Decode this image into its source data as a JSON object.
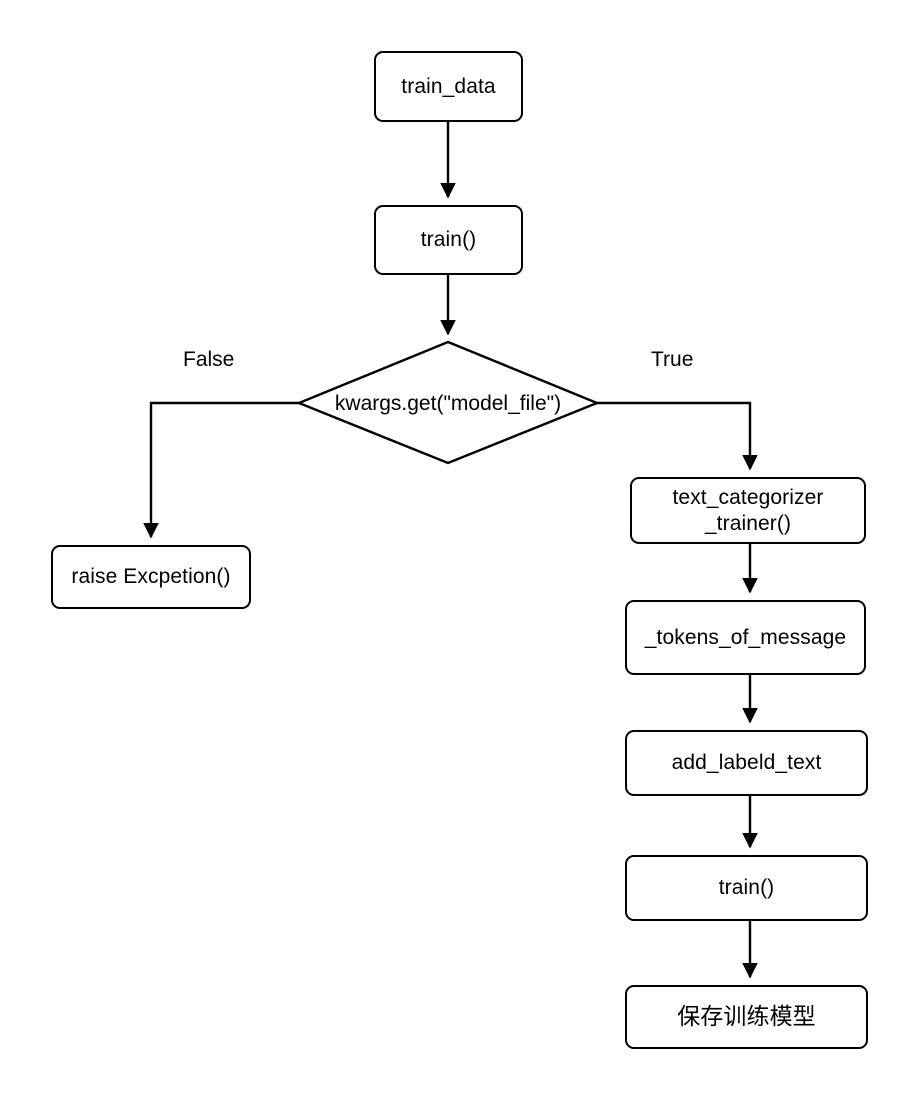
{
  "diagram": {
    "type": "flowchart",
    "title_text": "",
    "background_color": "#ffffff",
    "stroke_color": "#000000",
    "node_fill_color": "#ffffff",
    "nodes": [
      {
        "id": "train_data",
        "shape": "rounded-rect",
        "label": "train_data"
      },
      {
        "id": "train_top",
        "shape": "rounded-rect",
        "label": "train()"
      },
      {
        "id": "decision",
        "shape": "diamond",
        "label": "kwargs.get(\"model_file\")"
      },
      {
        "id": "raise_exception",
        "shape": "rounded-rect",
        "label": "raise Excpetion()"
      },
      {
        "id": "text_categorizer",
        "shape": "rounded-rect",
        "label": "text_categorizer\n_trainer()"
      },
      {
        "id": "tokens_of_message",
        "shape": "rounded-rect",
        "label": "_tokens_of_message"
      },
      {
        "id": "add_labeld_text",
        "shape": "rounded-rect",
        "label": "add_labeld_text"
      },
      {
        "id": "train_bottom",
        "shape": "rounded-rect",
        "label": "train()"
      },
      {
        "id": "save_model",
        "shape": "rounded-rect",
        "label": "保存训练模型"
      }
    ],
    "edges": [
      {
        "from": "train_data",
        "to": "train_top",
        "label": ""
      },
      {
        "from": "train_top",
        "to": "decision",
        "label": ""
      },
      {
        "from": "decision",
        "to": "raise_exception",
        "label": "False"
      },
      {
        "from": "decision",
        "to": "text_categorizer",
        "label": "True"
      },
      {
        "from": "text_categorizer",
        "to": "tokens_of_message",
        "label": ""
      },
      {
        "from": "tokens_of_message",
        "to": "add_labeld_text",
        "label": ""
      },
      {
        "from": "add_labeld_text",
        "to": "train_bottom",
        "label": ""
      },
      {
        "from": "train_bottom",
        "to": "save_model",
        "label": ""
      }
    ],
    "labels": {
      "false_branch": "False",
      "true_branch": "True"
    }
  }
}
